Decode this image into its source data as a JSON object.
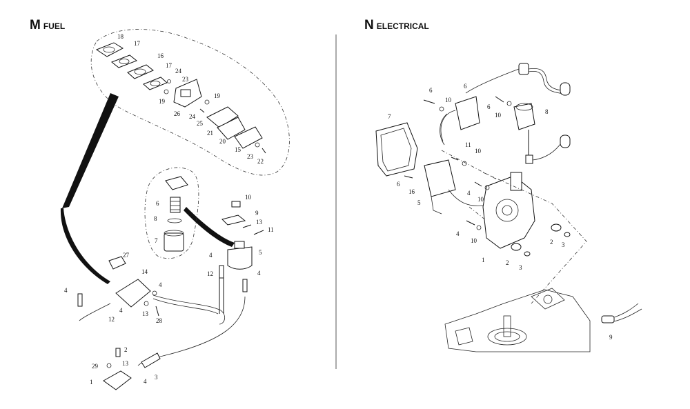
{
  "sections": [
    {
      "letter": "M",
      "name": "FUEL"
    },
    {
      "letter": "N",
      "name": "ELECTRICAL"
    }
  ],
  "fuel_callouts": [
    "18",
    "17",
    "16",
    "17",
    "24",
    "23",
    "19",
    "19",
    "26",
    "24",
    "25",
    "21",
    "20",
    "15",
    "23",
    "22",
    "10",
    "9",
    "13",
    "11",
    "6",
    "8",
    "7",
    "5",
    "4",
    "4",
    "12",
    "27",
    "14",
    "4",
    "4",
    "13",
    "28",
    "4",
    "12",
    "2",
    "13",
    "29",
    "1",
    "4",
    "3"
  ],
  "electrical_callouts": [
    "6",
    "10",
    "6",
    "6",
    "10",
    "8",
    "7",
    "11",
    "10",
    "6",
    "16",
    "5",
    "4",
    "10",
    "4",
    "10",
    "1",
    "2",
    "3",
    "2",
    "3",
    "9"
  ]
}
